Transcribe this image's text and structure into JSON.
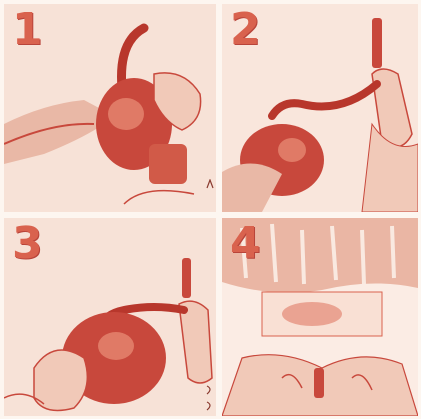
{
  "panels": [
    {
      "number": "1",
      "icon": "hand-holding-inflator-icon"
    },
    {
      "number": "2",
      "icon": "attach-valve-icon"
    },
    {
      "number": "3",
      "icon": "pump-inflator-icon"
    },
    {
      "number": "4",
      "icon": "foam-spray-icon"
    }
  ],
  "colors": {
    "background": "#f6dcd0",
    "ink": "#c8483c",
    "number": "#d9624e"
  }
}
